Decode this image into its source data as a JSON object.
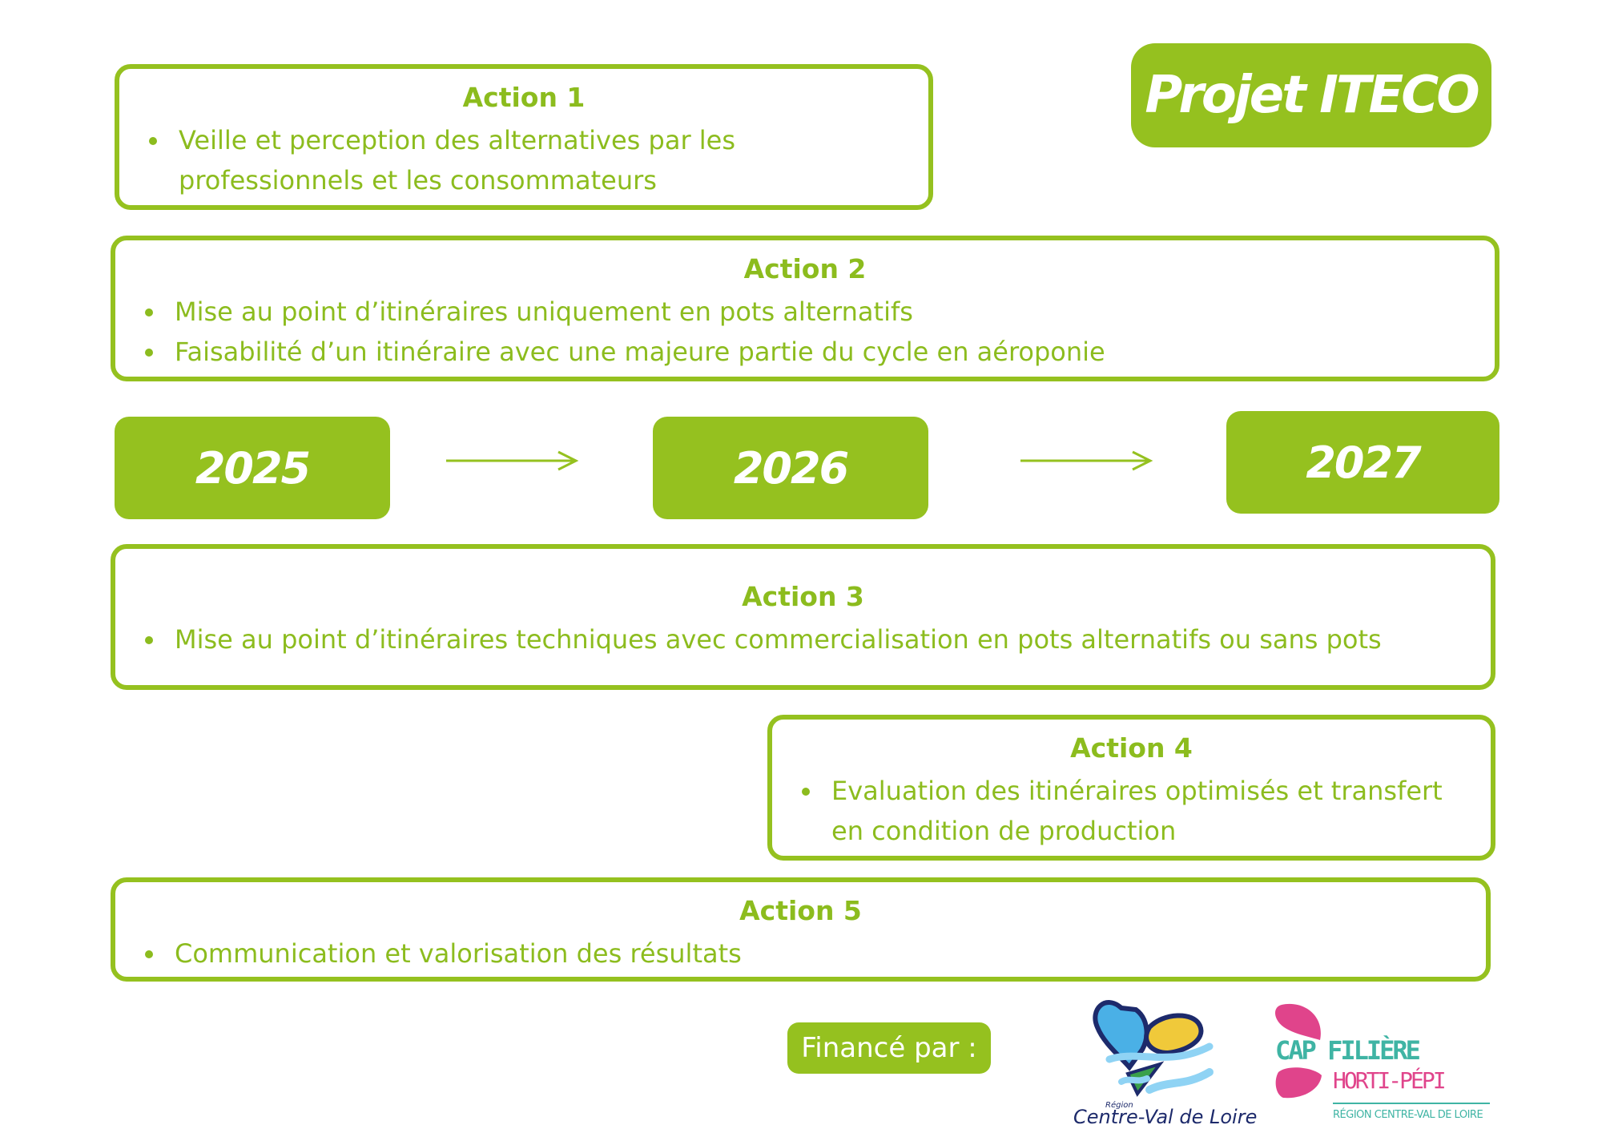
{
  "project_title": "Projet ITECO",
  "timeline": {
    "years": [
      "2025",
      "2026",
      "2027"
    ]
  },
  "actions": [
    {
      "title": "Action 1",
      "bullets": [
        "Veille et perception des alternatives par les professionnels et les consommateurs"
      ]
    },
    {
      "title": "Action 2",
      "bullets": [
        "Mise au point d’itinéraires uniquement en pots alternatifs",
        "Faisabilité d’un itinéraire avec une majeure partie du cycle en aéroponie"
      ]
    },
    {
      "title": "Action 3",
      "bullets": [
        "Mise au point d’itinéraires techniques avec commercialisation en pots alternatifs ou sans pots"
      ]
    },
    {
      "title": "Action 4",
      "bullets": [
        "Evaluation des itinéraires optimisés et transfert en condition de production"
      ]
    },
    {
      "title": "Action 5",
      "bullets": [
        "Communication et valorisation des résultats"
      ]
    }
  ],
  "funding": {
    "label": "Financé par :",
    "logos": [
      {
        "icon": "region-centre-val-de-loire-logo",
        "small_text": "Région",
        "text": "Centre-Val de Loire"
      },
      {
        "icon": "cap-filiere-horti-pepi-logo",
        "line1": "CAP FILIÈRE",
        "line2": "HORTI-PÉPI",
        "line3": "RÉGION CENTRE-VAL DE LOIRE"
      }
    ]
  },
  "colors": {
    "accent_green": "#95c11f",
    "text_green": "#8cbc1e",
    "logo_pink": "#e0448b",
    "logo_teal": "#3fb4a4",
    "logo_blue": "#4ab0e6",
    "logo_yellow": "#f0c93a",
    "logo_navy": "#1d2a6b"
  }
}
